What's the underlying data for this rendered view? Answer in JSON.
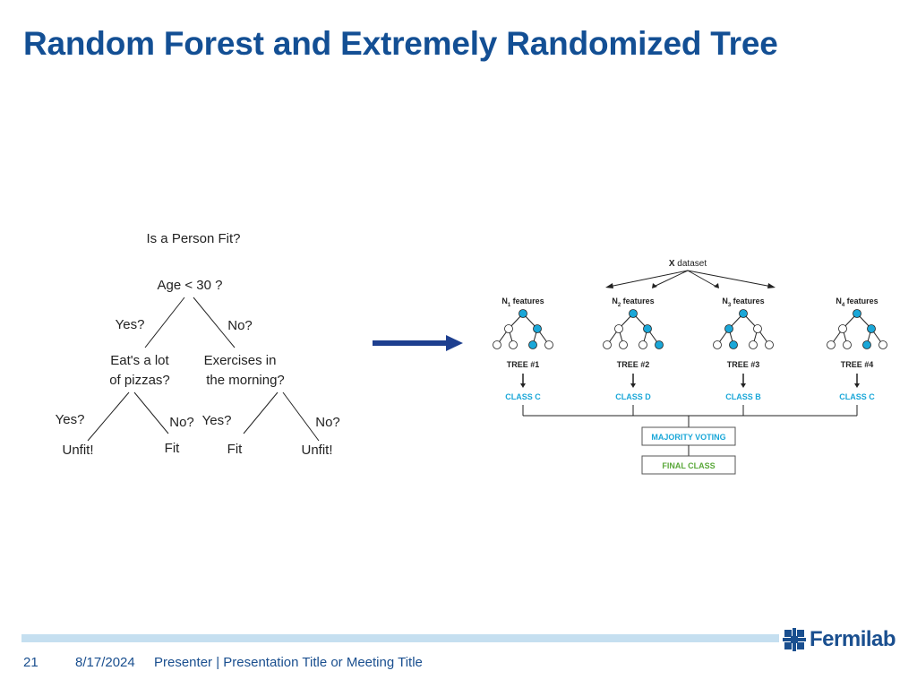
{
  "slide": {
    "title": "Random Forest and Extremely Randomized Tree"
  },
  "decision_tree": {
    "question": "Is a Person Fit?",
    "root": "Age < 30 ?",
    "root_yes": "Yes?",
    "root_no": "No?",
    "left_q_line1": "Eat's a lot",
    "left_q_line2": "of pizzas?",
    "right_q_line1": "Exercises in",
    "right_q_line2": "the morning?",
    "left_yes": "Yes?",
    "left_no": "No?",
    "right_yes": "Yes?",
    "right_no": "No?",
    "leaf_1": "Unfit!",
    "leaf_2": "Fit",
    "leaf_3": "Fit",
    "leaf_4": "Unfit!"
  },
  "forest": {
    "dataset_bold": "X",
    "dataset_rest": " dataset",
    "feature_word": " features",
    "trees": [
      {
        "n": "N",
        "sub": "1",
        "tree": "TREE #1",
        "class": "CLASS C"
      },
      {
        "n": "N",
        "sub": "2",
        "tree": "TREE #2",
        "class": "CLASS D"
      },
      {
        "n": "N",
        "sub": "3",
        "tree": "TREE #3",
        "class": "CLASS B"
      },
      {
        "n": "N",
        "sub": "4",
        "tree": "TREE #4",
        "class": "CLASS C"
      }
    ],
    "voting": "MAJORITY VOTING",
    "final": "FINAL CLASS"
  },
  "footer": {
    "page": "21",
    "date": "8/17/2024",
    "presenter": "Presenter | Presentation Title or Meeting Title",
    "logo_text": "Fermilab"
  },
  "colors": {
    "title": "#134f94",
    "node_fill": "#1aa7d8",
    "class_text": "#1aa7d8",
    "arrow": "#1d3f8f",
    "box_border": "#5aa83a"
  }
}
